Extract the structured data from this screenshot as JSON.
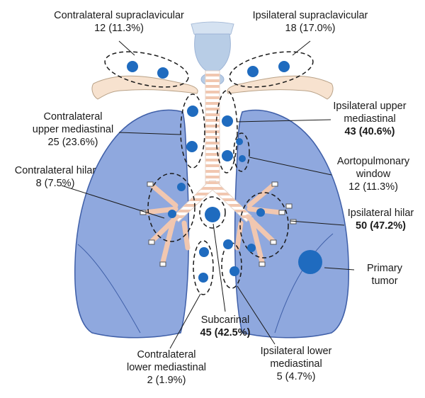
{
  "colors": {
    "lung_fill": "#8fa8de",
    "lung_stroke": "#3f5fa8",
    "node": "#1f6bbf",
    "bronchus": "#f1c7b0",
    "clavicle": "#f7e2cf",
    "larynx": "#b8cde6"
  },
  "stations": {
    "contra_supraclavicular": {
      "name": "Contralateral supraclavicular",
      "stat": "12 (11.3%)"
    },
    "ipsi_supraclavicular": {
      "name": "Ipsilateral supraclavicular",
      "stat": "18 (17.0%)"
    },
    "contra_upper_mediastinal": {
      "name_1": "Contralateral",
      "name_2": "upper mediastinal",
      "stat": "25 (23.6%)"
    },
    "ipsi_upper_mediastinal": {
      "name_1": "Ipsilateral upper",
      "name_2": "mediastinal",
      "stat": "43 (40.6%)"
    },
    "aortopulmonary_window": {
      "name_1": "Aortopulmonary",
      "name_2": "window",
      "stat": "12 (11.3%)"
    },
    "contra_hilar": {
      "name": "Contralateral hilar",
      "stat": "8 (7.5%)"
    },
    "ipsi_hilar": {
      "name": "Ipsilateral hilar",
      "stat": "50 (47.2%)"
    },
    "primary_tumor": {
      "name_1": "Primary",
      "name_2": "tumor"
    },
    "subcarinal": {
      "name": "Subcarinal",
      "stat": "45 (42.5%)"
    },
    "contra_lower_mediastinal": {
      "name_1": "Contralateral",
      "name_2": "lower mediastinal",
      "stat": "2 (1.9%)"
    },
    "ipsi_lower_mediastinal": {
      "name_1": "Ipsilateral lower",
      "name_2": "mediastinal",
      "stat": "5 (4.7%)"
    }
  }
}
